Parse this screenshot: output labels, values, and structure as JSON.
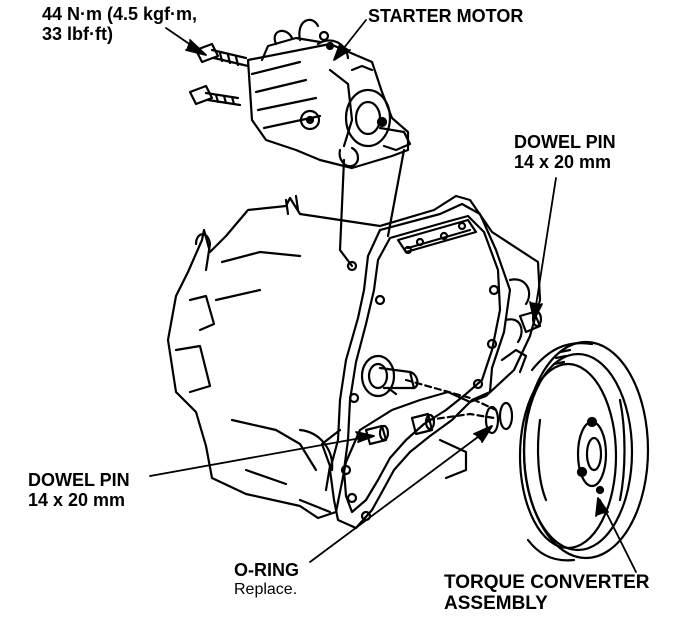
{
  "labels": {
    "torque_spec": {
      "line1": "44 N·m (4.5 kgf·m,",
      "line2": "33 lbf·ft)"
    },
    "starter_motor": "STARTER MOTOR",
    "dowel_pin_right": {
      "line1": "DOWEL PIN",
      "line2": "14 x 20 mm"
    },
    "dowel_pin_left": {
      "line1": "DOWEL PIN",
      "line2": "14 x 20 mm"
    },
    "o_ring": {
      "line1": "O-RING",
      "line2": "Replace."
    },
    "torque_converter": {
      "line1": "TORQUE CONVERTER",
      "line2": "ASSEMBLY"
    }
  },
  "colors": {
    "ink": "#000000",
    "paper": "#ffffff"
  },
  "parts": [
    "starter-motor",
    "bolts",
    "transmission-housing",
    "dowel-pins",
    "input-shaft",
    "o-ring",
    "torque-converter"
  ]
}
